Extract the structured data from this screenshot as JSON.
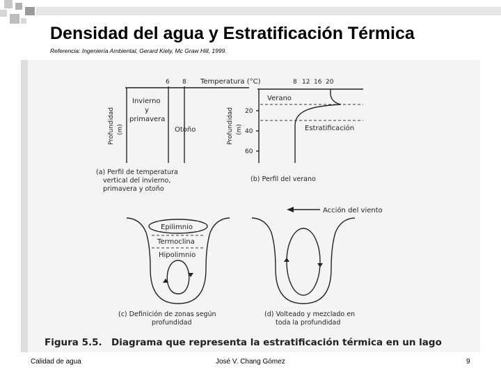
{
  "slide": {
    "title": "Densidad del agua y Estratificación Térmica",
    "reference": "Referencia: Ingeniería Ambiental, Gerard Kiely, Mc Graw Hill, 1999."
  },
  "figure": {
    "panel_a": {
      "axis_title": "Temperatura (°C)",
      "ticks": [
        "6",
        "8"
      ],
      "ylabel_line1": "Profundidad",
      "ylabel_line2": "(m)",
      "label_winter_1": "Invierno",
      "label_winter_2": "y",
      "label_winter_3": "primavera",
      "label_autumn": "Otoño",
      "caption_1": "(a) Perfil de temperatura",
      "caption_2": "vertical del invierno,",
      "caption_3": "primavera y otoño"
    },
    "panel_b": {
      "x_ticks": [
        "8",
        "12",
        "16",
        "20"
      ],
      "y_ticks": [
        "20",
        "40",
        "60"
      ],
      "ylabel_line1": "Profundidad",
      "ylabel_line2": "(m)",
      "label_summer": "Verano",
      "label_stratification": "Estratificación",
      "caption": "(b) Perfil del verano"
    },
    "panel_c": {
      "epilimnion": "Epilimnio",
      "thermocline": "Termoclina",
      "hypolimnion": "Hipolimnio",
      "caption_1": "(c) Definición de zonas según",
      "caption_2": "profundidad"
    },
    "panel_d": {
      "wind": "Acción del viento",
      "caption_1": "(d) Volteado y mezclado en",
      "caption_2": "toda la profundidad"
    },
    "figure_caption_number": "Figura 5.5.",
    "figure_caption_text": "Diagrama que representa la estratificación térmica en un lago"
  },
  "footer": {
    "left": "Calidad de agua",
    "center": "José V. Chang Gómez",
    "page": "9"
  },
  "colors": {
    "deco_squares": "#b4b4b4",
    "deco_bar": "#e0e0e0",
    "scan_background": "#f2f2f2"
  },
  "icons": [
    "arrow-left-icon",
    "arrow-up-icon",
    "arrow-down-icon"
  ]
}
